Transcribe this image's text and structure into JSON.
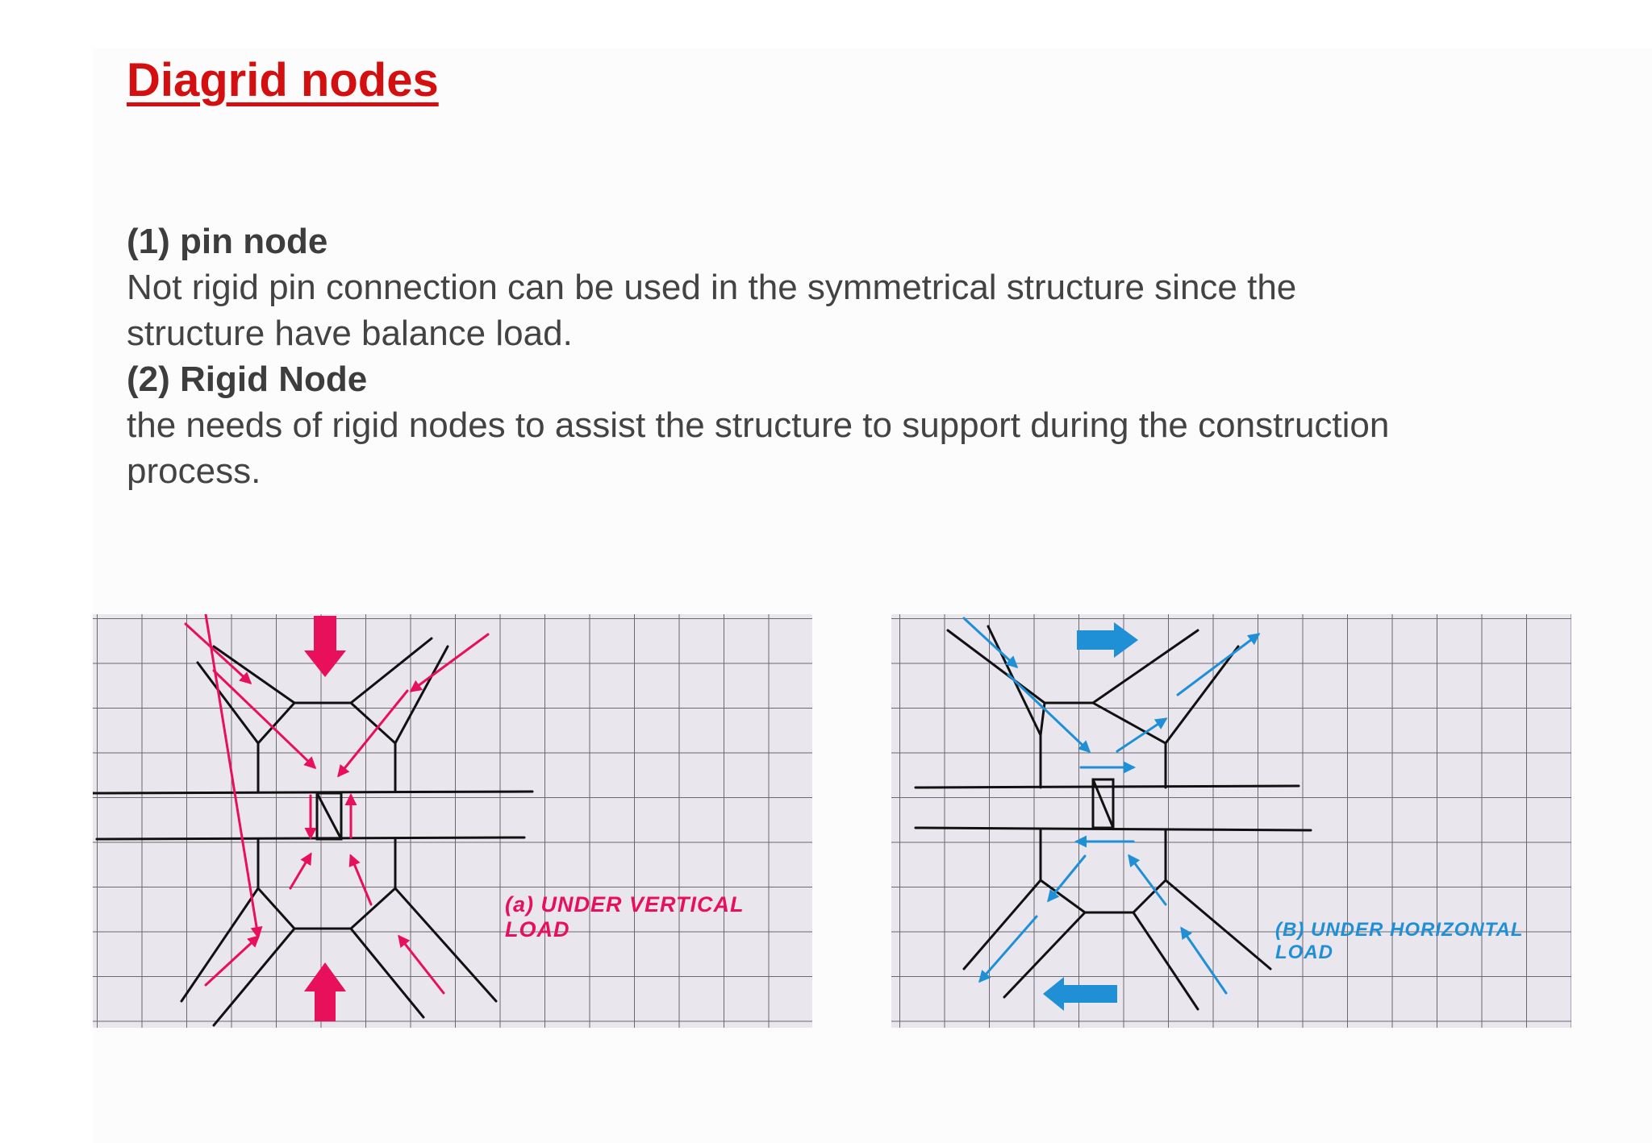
{
  "slide": {
    "title": "Diagrid nodes",
    "sections": [
      {
        "heading": "(1) pin node",
        "body": "Not rigid pin connection can be used in the symmetrical structure since the structure have balance load."
      },
      {
        "heading": "(2) Rigid Node",
        "body": "the needs of rigid nodes to assist the structure to support during the construction process."
      }
    ]
  },
  "sketches": [
    {
      "caption": "(a) UNDER VERTICAL LOAD",
      "ink_color": "#e8105a"
    },
    {
      "caption": "(B) UNDER HORIZONTAL LOAD",
      "ink_color": "#1f8fd6"
    }
  ]
}
